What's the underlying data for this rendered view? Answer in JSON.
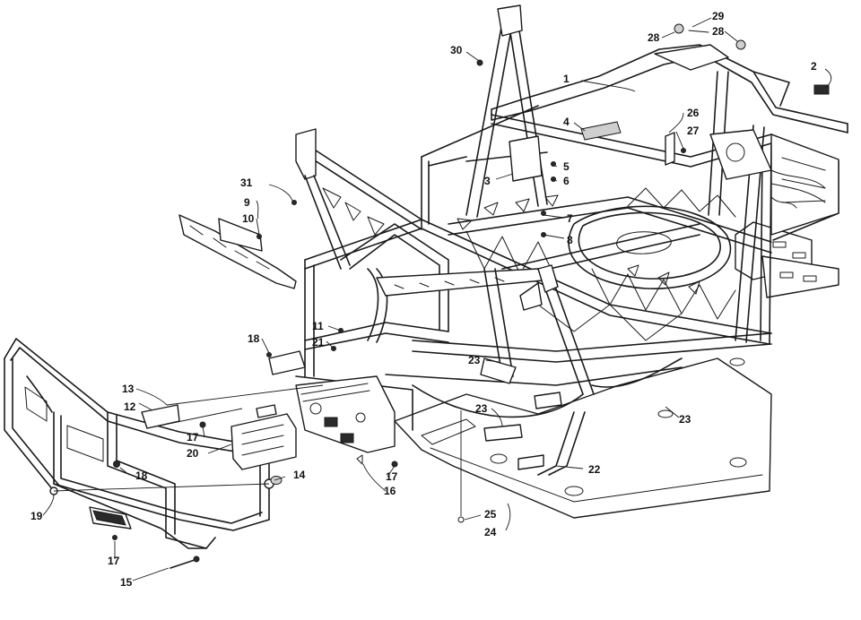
{
  "callouts": [
    {
      "id": "c1",
      "label": "1"
    },
    {
      "id": "c2",
      "label": "2"
    },
    {
      "id": "c3",
      "label": "3"
    },
    {
      "id": "c4",
      "label": "4"
    },
    {
      "id": "c5",
      "label": "5"
    },
    {
      "id": "c6",
      "label": "6"
    },
    {
      "id": "c7",
      "label": "7"
    },
    {
      "id": "c8",
      "label": "8"
    },
    {
      "id": "c9",
      "label": "9"
    },
    {
      "id": "c10",
      "label": "10"
    },
    {
      "id": "c11",
      "label": "11"
    },
    {
      "id": "c12",
      "label": "12"
    },
    {
      "id": "c13",
      "label": "13"
    },
    {
      "id": "c14",
      "label": "14"
    },
    {
      "id": "c15",
      "label": "15"
    },
    {
      "id": "c16",
      "label": "16"
    },
    {
      "id": "c17a",
      "label": "17"
    },
    {
      "id": "c17b",
      "label": "17"
    },
    {
      "id": "c17c",
      "label": "17"
    },
    {
      "id": "c18a",
      "label": "18"
    },
    {
      "id": "c18b",
      "label": "18"
    },
    {
      "id": "c19",
      "label": "19"
    },
    {
      "id": "c20",
      "label": "20"
    },
    {
      "id": "c21",
      "label": "21"
    },
    {
      "id": "c22",
      "label": "22"
    },
    {
      "id": "c23a",
      "label": "23"
    },
    {
      "id": "c23b",
      "label": "23"
    },
    {
      "id": "c23c",
      "label": "23"
    },
    {
      "id": "c24",
      "label": "24"
    },
    {
      "id": "c25",
      "label": "25"
    },
    {
      "id": "c26",
      "label": "26"
    },
    {
      "id": "c27",
      "label": "27"
    },
    {
      "id": "c28a",
      "label": "28"
    },
    {
      "id": "c28b",
      "label": "28"
    },
    {
      "id": "c29",
      "label": "29"
    },
    {
      "id": "c30",
      "label": "30"
    },
    {
      "id": "c31",
      "label": "31"
    }
  ]
}
